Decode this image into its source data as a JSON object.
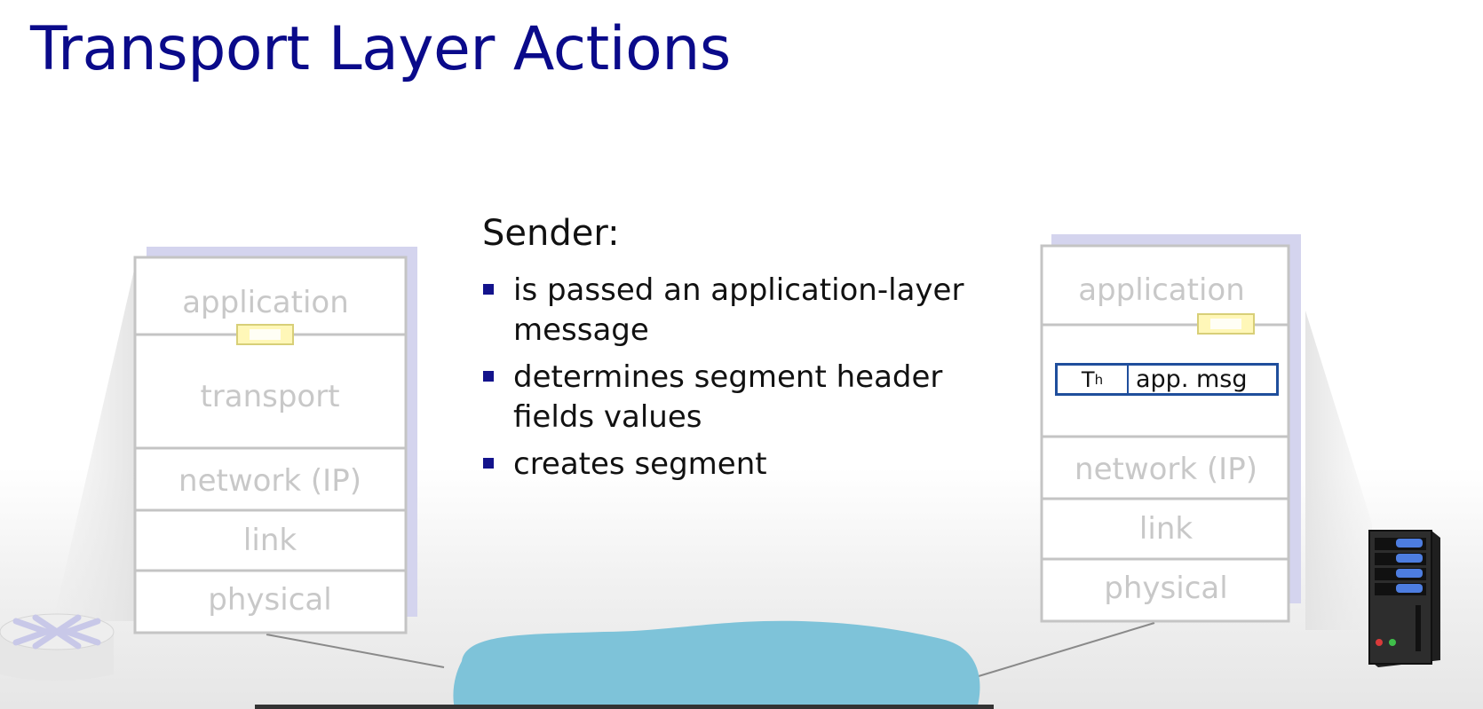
{
  "title": "Transport Layer Actions",
  "sender": {
    "heading": "Sender:",
    "bullets": [
      "is passed an application-layer message",
      "determines segment header fields values",
      "creates segment"
    ]
  },
  "left_stack": {
    "layers": [
      "application",
      "transport",
      "network (IP)",
      "link",
      "physical"
    ]
  },
  "right_stack": {
    "layers": [
      "application",
      "network (IP)",
      "link",
      "physical"
    ]
  },
  "segment": {
    "header": "T",
    "header_sub": "h",
    "message": "app. msg"
  },
  "icons": [
    "router-icon",
    "server-icon",
    "network-cloud-icon",
    "message-envelope-icon"
  ],
  "colors": {
    "title": "#0a0a8a",
    "bullet": "#13138c",
    "stack_shadow": "#d4d4ee",
    "segment_border": "#1f4e9c",
    "cloud": "#7ec3d9",
    "envelope": "#fff7b8"
  }
}
